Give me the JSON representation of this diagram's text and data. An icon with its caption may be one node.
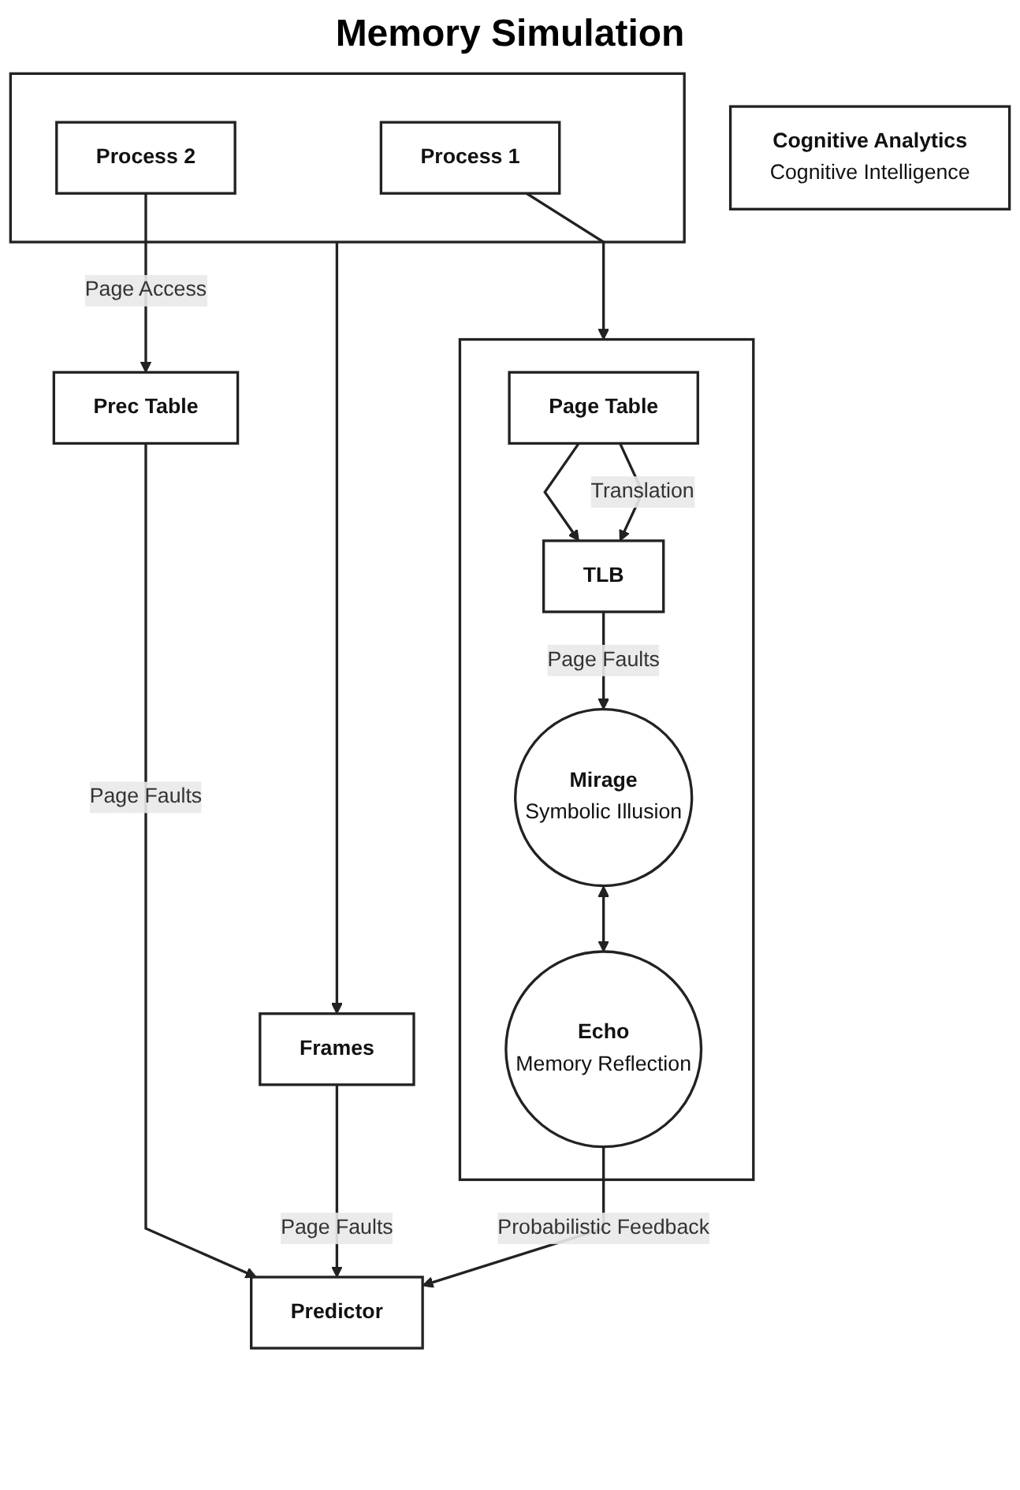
{
  "diagram": {
    "title": "Memory Simulation",
    "nodes": [
      {
        "text": [],
        "shape": "box"
      },
      {
        "text": [
          "Process 1"
        ],
        "in": 0
      },
      {
        "text": [
          "Process 2"
        ],
        "in": 0
      },
      {
        "text": [
          "Prec Table"
        ]
      },
      {
        "text": [],
        "shape": "box"
      },
      {
        "text": [
          "Page Table"
        ],
        "in": 4
      },
      {
        "text": [
          "TLB"
        ],
        "in": 4
      },
      {
        "text": [
          "Mirage",
          "Symbolic Illusion"
        ],
        "in": 4
      },
      {
        "text": [
          "Echo",
          "Memory Reflection"
        ],
        "in": 4
      },
      {
        "text": [
          "Frames"
        ]
      },
      {
        "text": [
          "Predictor"
        ]
      },
      {
        "text": [
          "Cognitive Analytics",
          "Cognitive Intelligence"
        ]
      }
    ],
    "edges": [
      {
        "from": 1,
        "to": 4,
        "arrow": "to"
      },
      {
        "from": 2,
        "to": 3,
        "arrow": "to",
        "label": "Page Access"
      },
      {
        "from": 5,
        "to": 6,
        "arrow": "to"
      },
      {
        "from": 5,
        "to": 6,
        "arrow": "to",
        "label": "Translation"
      },
      {
        "from": 6,
        "to": 7,
        "arrow": "to",
        "label": "Page Faults"
      },
      {
        "from": 7,
        "to": 8,
        "arrow": "both"
      },
      {
        "from": 0,
        "to": 9,
        "arrow": "to"
      },
      {
        "from": 3,
        "to": 10,
        "arrow": "to",
        "label": "Page Faults"
      },
      {
        "from": 9,
        "to": 10,
        "arrow": "to",
        "label": "Page Faults"
      },
      {
        "from": 8,
        "to": 10,
        "arrow": "to",
        "label": "Probabilistic Feedback"
      }
    ]
  }
}
